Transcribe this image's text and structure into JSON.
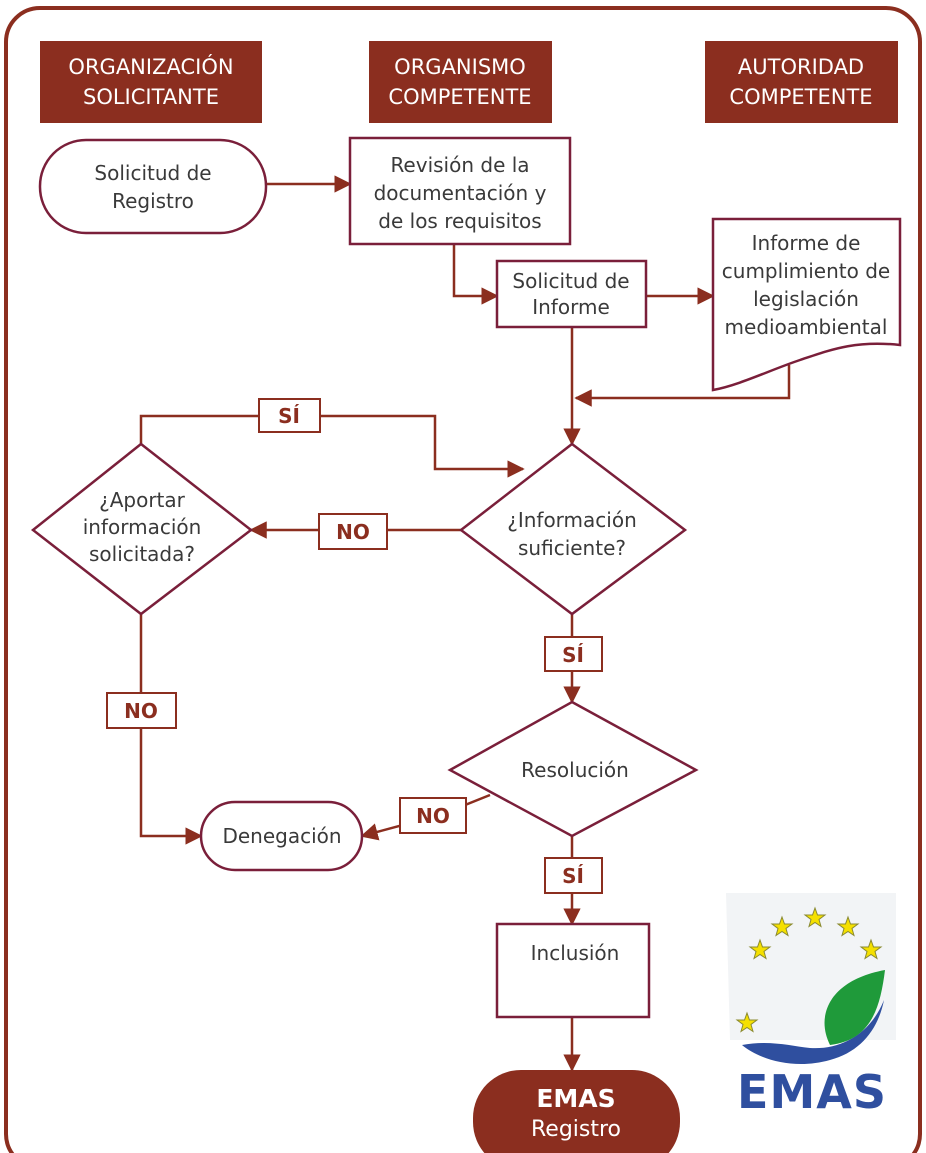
{
  "headers": {
    "org_line1": "ORGANIZACIÓN",
    "org_line2": "SOLICITANTE",
    "competent_body_line1": "ORGANISMO",
    "competent_body_line2": "COMPETENTE",
    "authority_line1": "AUTORIDAD",
    "authority_line2": "COMPETENTE"
  },
  "nodes": {
    "solicitud_registro_line1": "Solicitud de",
    "solicitud_registro_line2": "Registro",
    "revision_line1": "Revisión de la",
    "revision_line2": "documentación y",
    "revision_line3": "de los requisitos",
    "solicitud_informe_line1": "Solicitud de",
    "solicitud_informe_line2": "Informe",
    "informe_line1": "Informe de",
    "informe_line2": "cumplimiento de",
    "informe_line3": "legislación",
    "informe_line4": "medioambiental",
    "aportar_line1": "¿Aportar",
    "aportar_line2": "información",
    "aportar_line3": "solicitada?",
    "suficiente_line1": "¿Información",
    "suficiente_line2": "suficiente?",
    "resolucion": "Resolución",
    "denegacion": "Denegación",
    "inclusion": "Inclusión",
    "emas_title": "EMAS",
    "emas_sub": "Registro"
  },
  "labels": {
    "si_loop": "SÍ",
    "no_left": "NO",
    "si_down1": "SÍ",
    "no_left2": "NO",
    "no_resol": "NO",
    "si_down2": "SÍ"
  },
  "logo": {
    "wordmark": "EMAS"
  },
  "colors": {
    "brand": "#8b2e1f",
    "node_border": "#7a1f3a",
    "logo_blue": "#2f4f9f",
    "logo_green": "#1f9a3a",
    "star": "#f5e000"
  }
}
